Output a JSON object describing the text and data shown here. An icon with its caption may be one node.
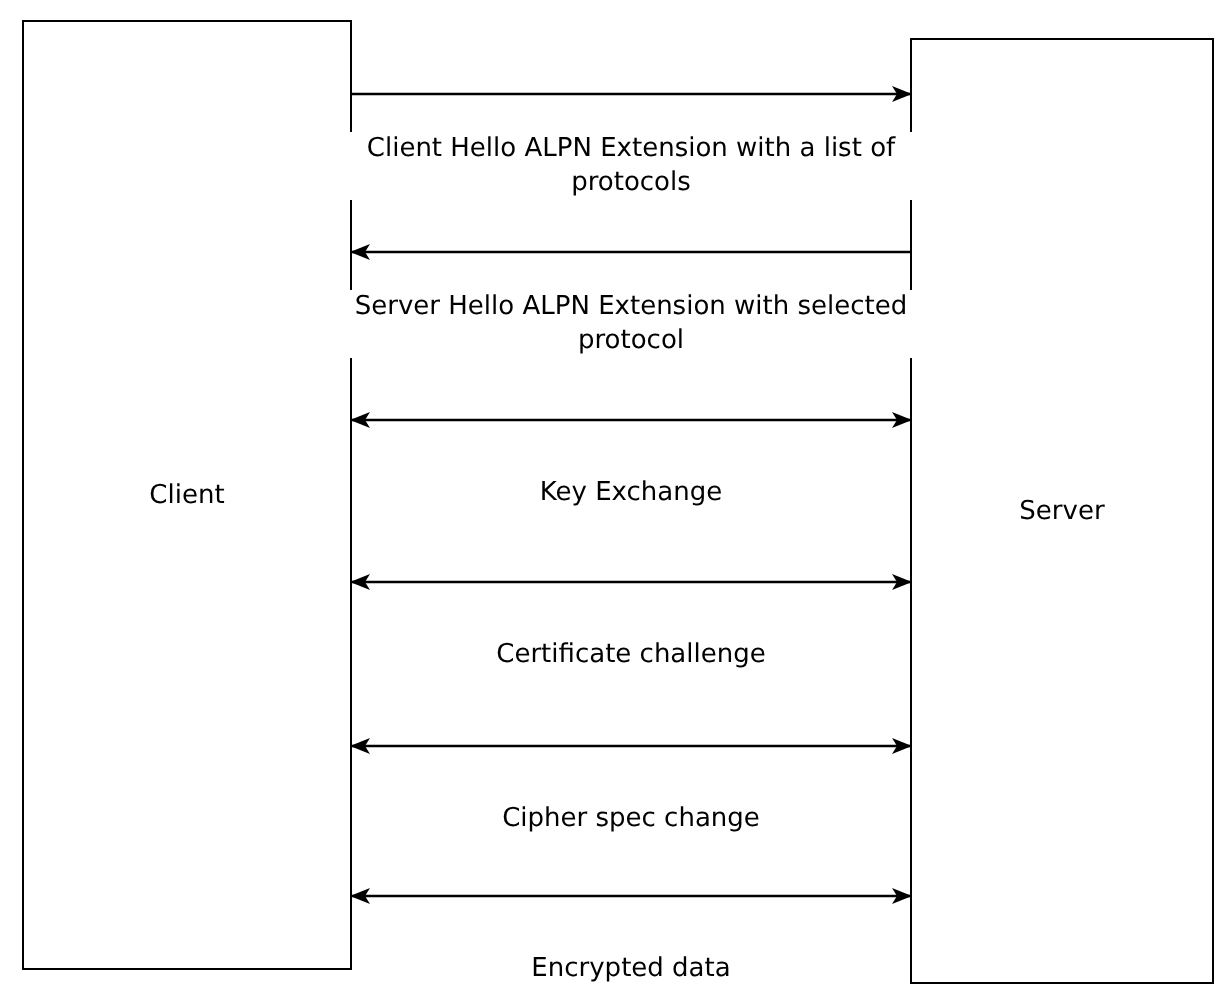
{
  "diagram": {
    "nodes": [
      {
        "text": [
          "Client"
        ]
      },
      {
        "text": [
          "Server"
        ]
      }
    ],
    "edges": [
      {
        "from": 0,
        "to": 1,
        "arrow": "to",
        "label": "Client Hello ALPN Extension with a list of protocols"
      },
      {
        "from": 1,
        "to": 0,
        "arrow": "to",
        "label": "Server Hello ALPN Extension with selected protocol"
      },
      {
        "from": 0,
        "to": 1,
        "arrow": "both",
        "label": "Key Exchange"
      },
      {
        "from": 0,
        "to": 1,
        "arrow": "both",
        "label": "Certificate challenge"
      },
      {
        "from": 0,
        "to": 1,
        "arrow": "both",
        "label": "Cipher spec change"
      },
      {
        "from": 0,
        "to": 1,
        "arrow": "both",
        "label": "Encrypted data"
      }
    ]
  }
}
